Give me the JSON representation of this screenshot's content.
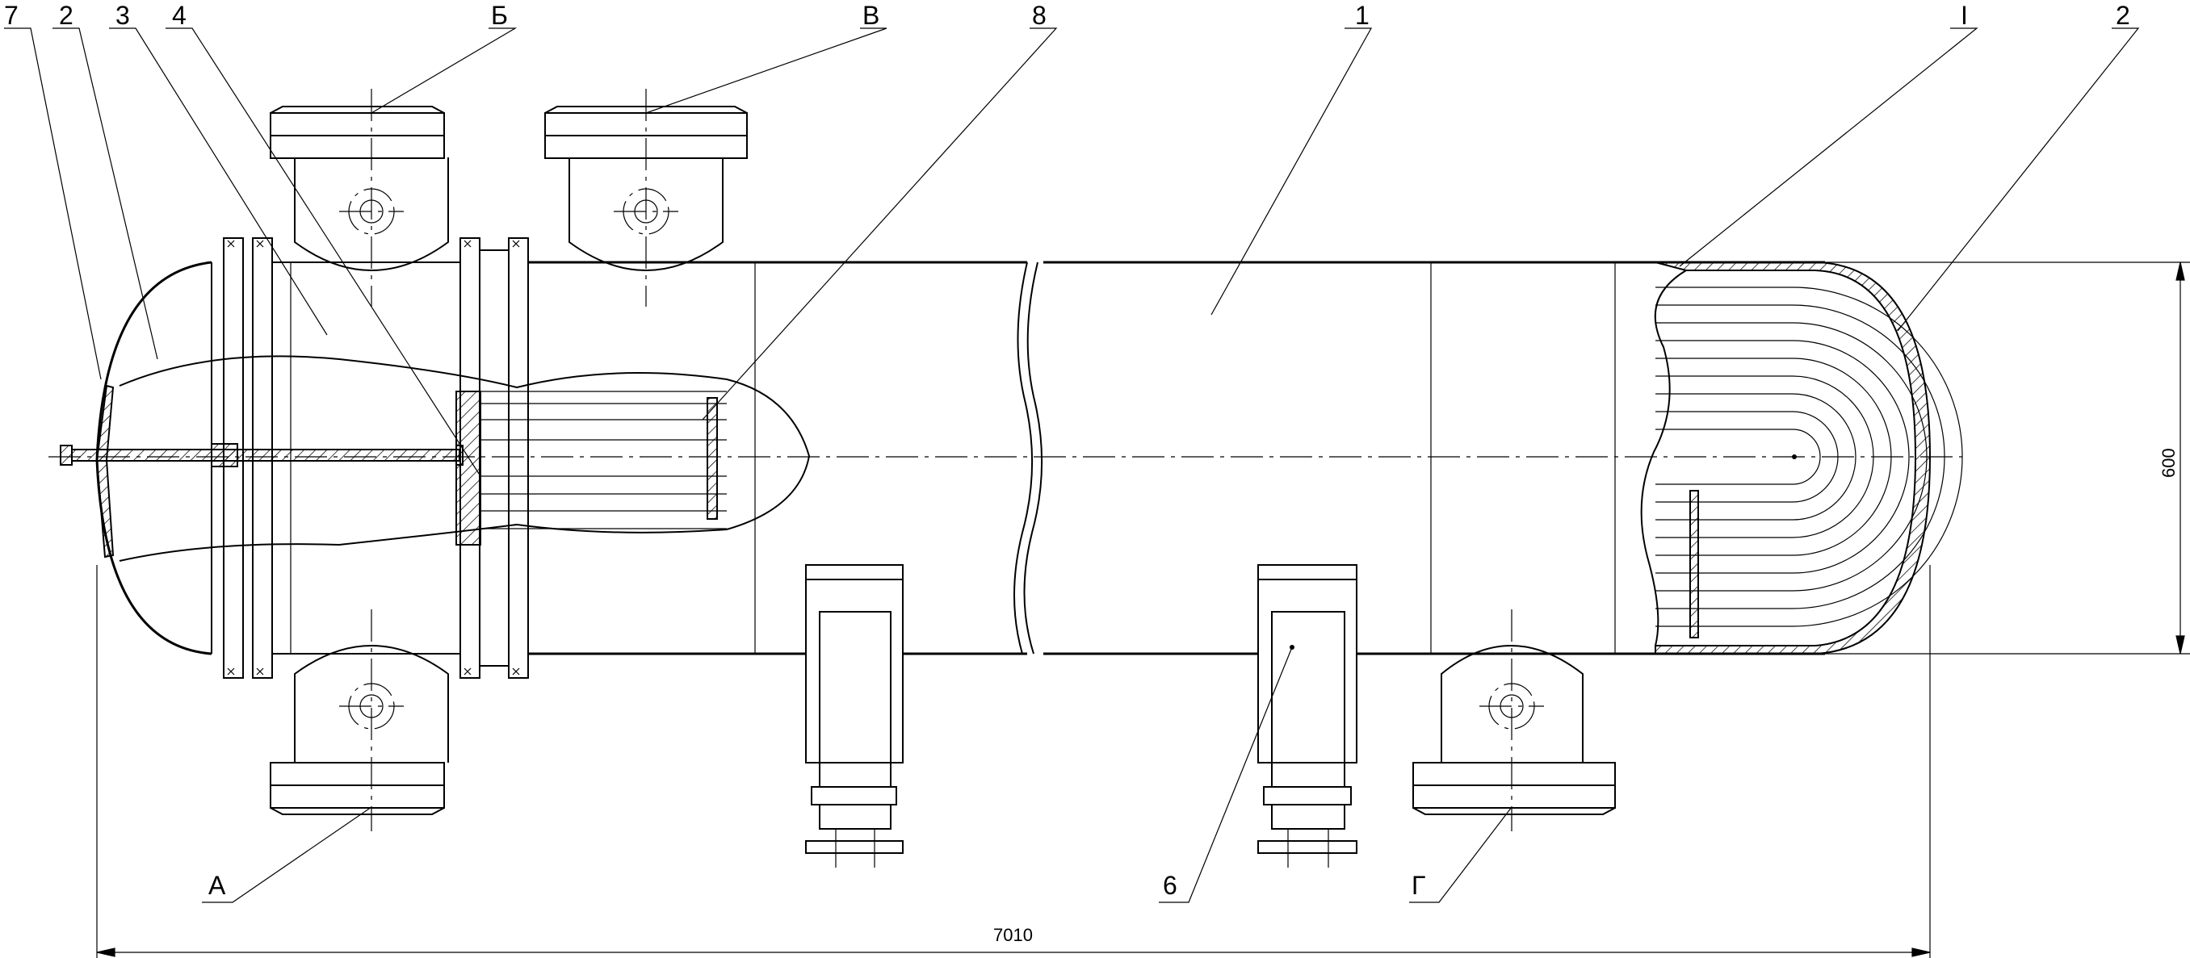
{
  "drawing": {
    "callouts": {
      "c7": "7",
      "c2a": "2",
      "c3": "3",
      "c4": "4",
      "cB": "Б",
      "cV": "В",
      "c8": "8",
      "c1": "1",
      "cI": "I",
      "c2b": "2",
      "cA": "А",
      "c6": "6",
      "cG": "Г"
    },
    "dimensions": {
      "length": "7010",
      "diameter": "600"
    }
  }
}
